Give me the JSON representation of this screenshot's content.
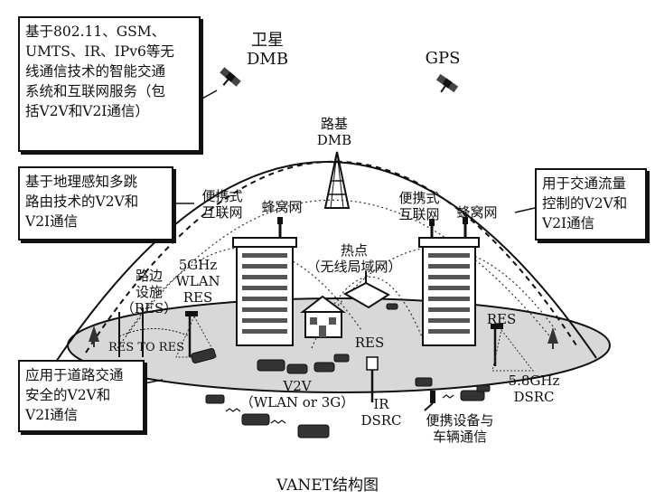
{
  "boxes": {
    "top_left": "基于802.11、GSM、\nUMTS、IR、IPv6等无\n线通信技术的智能交通\n系统和互联网服务（包\n括V2V和V2I通信）",
    "mid_left": "基于地理感知多跳\n路由技术的V2V和\nV2I通信",
    "bottom_left": "应用于道路交通\n安全的V2V和\nV2I通信",
    "right": "用于交通流量\n控制的V2V和\nV2I通信"
  },
  "labels": {
    "satellite_dmb": "卫星\nDMB",
    "gps": "GPS",
    "road_dmb": "路基\nDMB",
    "portable_internet_left": "便携式\n互联网",
    "cellular_left": "蜂窝网",
    "portable_internet_right": "便携式\n互联网",
    "cellular_right": "蜂窝网",
    "hotspot": "热点\n（无线局域网）",
    "wlan_5ghz": "5GHz\nWLAN\nRES",
    "roadside_unit": "路边\n设施\n（RES）",
    "res_to_res": "RES TO RES",
    "res_center": "RES",
    "res_right": "RES",
    "v2v": "V2V\n（WLAN or 3G）",
    "ir_dsrc": "IR\nDSRC",
    "dsrc_58": "5.8GHz\nDSRC",
    "portable_device": "便携设备与\n车辆通信"
  },
  "caption": "VANET结构图"
}
